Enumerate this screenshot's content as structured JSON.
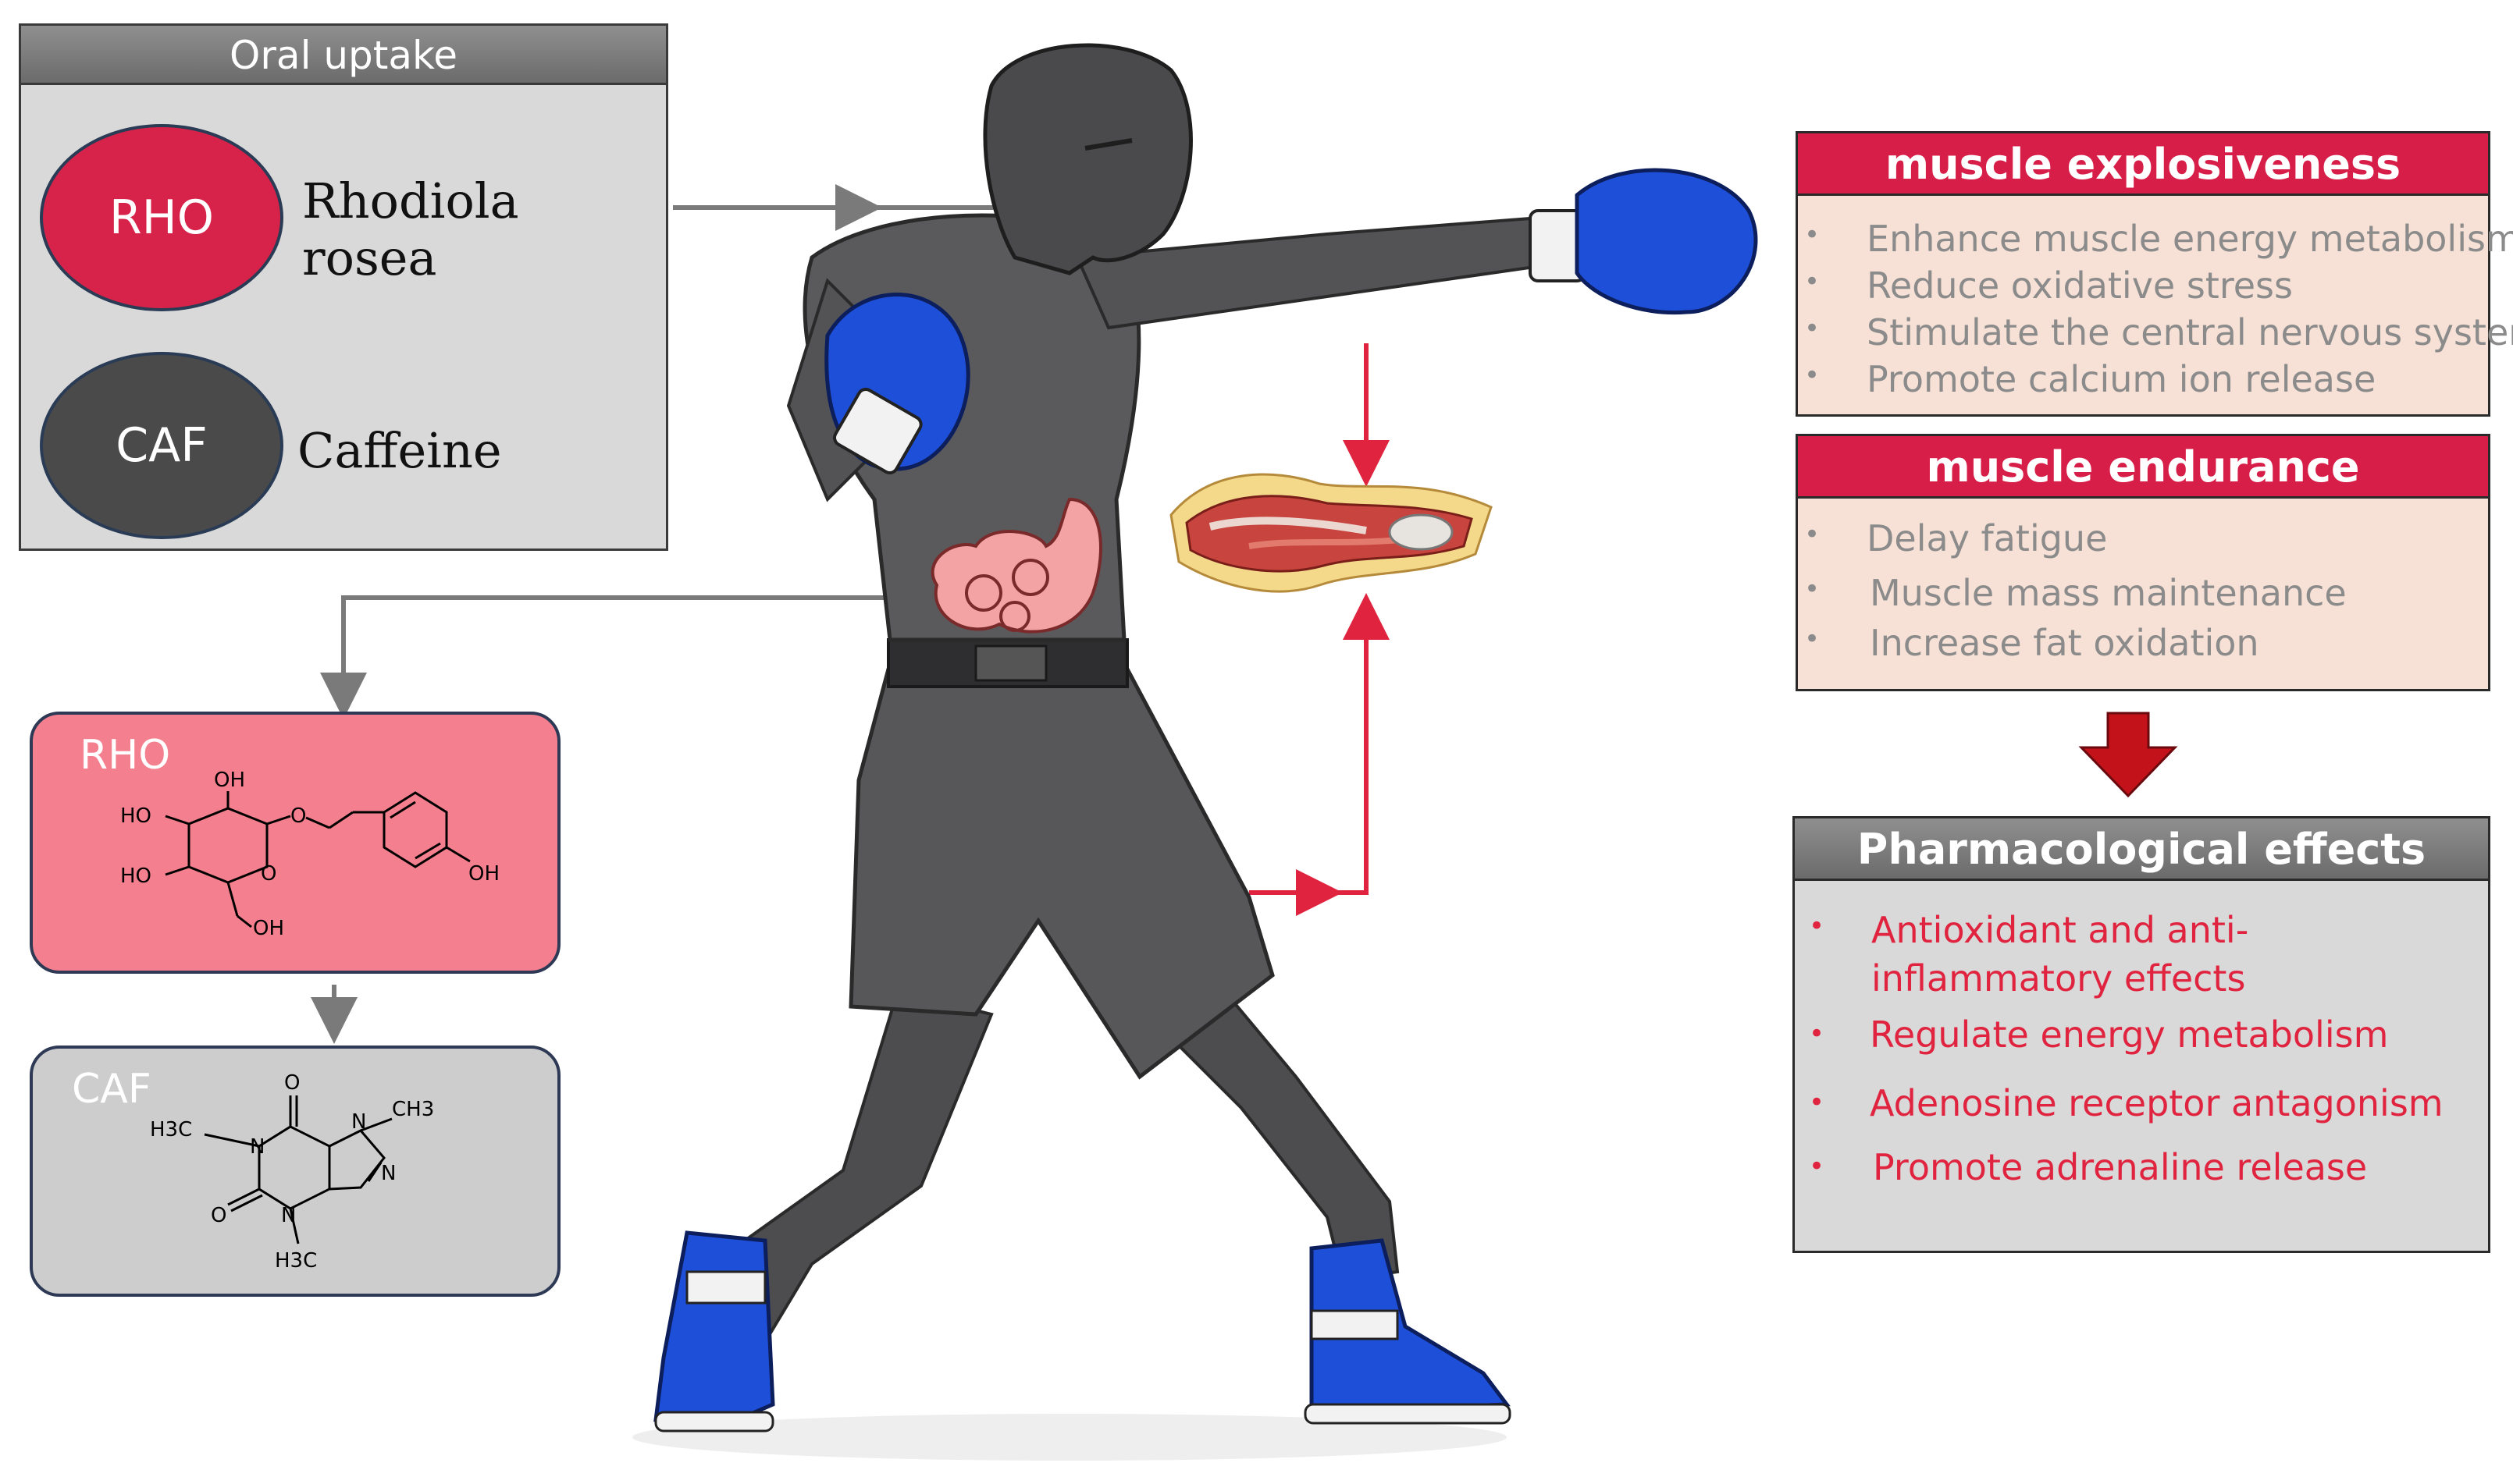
{
  "oral_uptake": {
    "title": "Oral uptake",
    "rho_abbr": "RHO",
    "rho_name": "Rhodiola rosea",
    "caf_abbr": "CAF",
    "caf_name": "Caffeine"
  },
  "structures": {
    "rho_label": "RHO",
    "rho_atoms": {
      "oh_top": "OH",
      "ho_left1": "HO",
      "ho_left2": "HO",
      "oh_bottom": "OH",
      "ring_o": "O",
      "ether_o": "O",
      "phenol_oh": "OH"
    },
    "caf_label": "CAF",
    "caf_atoms": {
      "o_top": "O",
      "o_left": "O",
      "n1": "N",
      "n3": "N",
      "n7": "N",
      "n9": "N",
      "ch3_left": "H3C",
      "ch3_right": "CH3",
      "ch3_bottom": "H3C"
    }
  },
  "muscle_explosiveness": {
    "title": "muscle explosiveness",
    "items": [
      "Enhance muscle energy metabolism",
      "Reduce oxidative stress",
      "Stimulate the central nervous system",
      "Promote calcium ion release"
    ]
  },
  "muscle_endurance": {
    "title": "muscle endurance",
    "items": [
      "Delay fatigue",
      "Muscle mass maintenance",
      "Increase fat oxidation"
    ]
  },
  "pharmacological_effects": {
    "title": "Pharmacological effects",
    "items": [
      "Antioxidant and anti-inflammatory effects",
      "Regulate energy metabolism",
      "Adenosine receptor antagonism",
      "Promote adrenaline release"
    ]
  },
  "colors": {
    "rho_red": "#d7234a",
    "caf_dark": "#4a4a4a",
    "panel_pink": "#f7e1d6",
    "effect_red": "#e0243f",
    "glove_blue": "#1e4fd8",
    "arrow_gray": "#7a7a7a",
    "arrow_red": "#e0243f"
  }
}
